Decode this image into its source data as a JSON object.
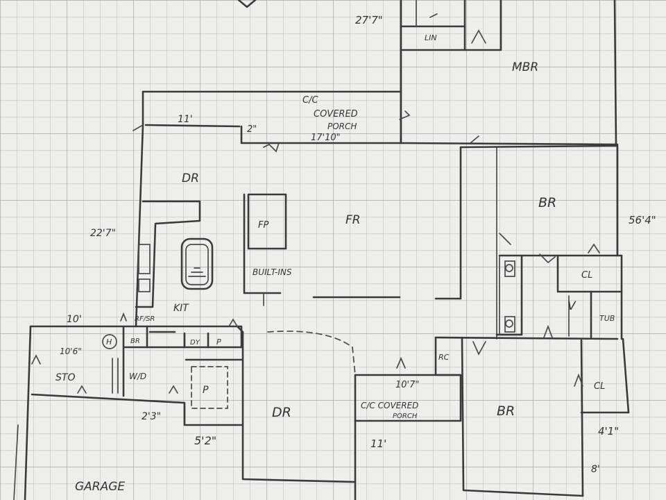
{
  "sheet": {
    "paper_color": "#eeeeec",
    "grid_color": "#b8b8b8",
    "ink_color": "#3a3a3a"
  },
  "labels": {
    "dim_top": "27'7\"",
    "lin": "LIN",
    "mbr": "MBR",
    "covered_porch_top_prefix": "C/C",
    "covered_porch_top_1": "COVERED",
    "covered_porch_top_2": "PORCH",
    "dim_11": "11'",
    "dim_2": "2\"",
    "dim_17_10": "17'10\"",
    "dr_top": "DR",
    "fp": "FP",
    "fr": "FR",
    "builtins": "BUILT-INS",
    "dim_22_7": "22'7\"",
    "kit": "KIT",
    "br_right_top": "BR",
    "dim_56_4": "56'4\"",
    "cl_upper": "CL",
    "v": "V",
    "tub": "TUB",
    "dim_10": "10'",
    "rf_sr": "RF/SR",
    "dim_10_6": "10'6\"",
    "h": "H",
    "br_small": "BR",
    "dy": "DY",
    "p_small": "P",
    "sto": "STO",
    "wd": "W/D",
    "p_pantry": "P",
    "dim_2_3": "2'3\"",
    "dr_bottom": "DR",
    "dim_10_7": "10'7\"",
    "covered_porch_bottom_1": "C/C COVERED",
    "covered_porch_bottom_2": "PORCH",
    "br_bottom": "BR",
    "rc": "RC",
    "cl_lower": "CL",
    "dim_4_1": "4'1\"",
    "dim_5_2": "5'2\"",
    "dim_11_bottom": "11'",
    "dim_8": "8'",
    "garage": "GARAGE"
  }
}
